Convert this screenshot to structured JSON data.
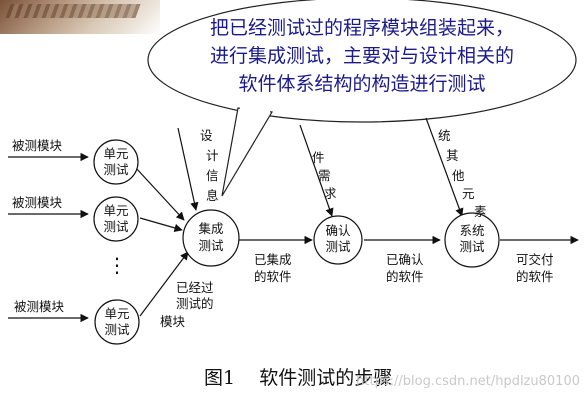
{
  "callout": {
    "lines": [
      "把已经测试过的程序模块组装起来，",
      "进行集成测试，主要对与设计相关的",
      "软件体系结构的构造进行测试"
    ]
  },
  "inputs": {
    "module_a": "被测模块",
    "module_b": "被测模块",
    "module_c": "被测模块",
    "ellipsis": "⋮"
  },
  "nodes": {
    "unit1": [
      "单元",
      "测试"
    ],
    "unit2": [
      "单元",
      "测试"
    ],
    "unit3": [
      "单元",
      "测试"
    ],
    "integration": [
      "集成",
      "测试"
    ],
    "confirm": [
      "确认",
      "测试"
    ],
    "system": [
      "系统",
      "测试"
    ]
  },
  "labels": {
    "design_info": [
      "设",
      "计",
      "信",
      "息"
    ],
    "requirements": [
      "件",
      "需",
      "求"
    ],
    "other_elements": [
      "统",
      "其",
      "他",
      "元",
      "素"
    ],
    "tested_modules": [
      "已经过",
      "测试的",
      "模块"
    ],
    "integrated_software": [
      "已集成",
      "的软件"
    ],
    "confirmed_software": [
      "已确认",
      "的软件"
    ],
    "deliverable_software": [
      "可交付",
      "的软件"
    ]
  },
  "caption": "图1    软件测试的步骤",
  "watermark": "https://blog.csdn.net/hpdlzu80100",
  "colors": {
    "callout_text": "#1a1a8c",
    "line": "#111111"
  }
}
